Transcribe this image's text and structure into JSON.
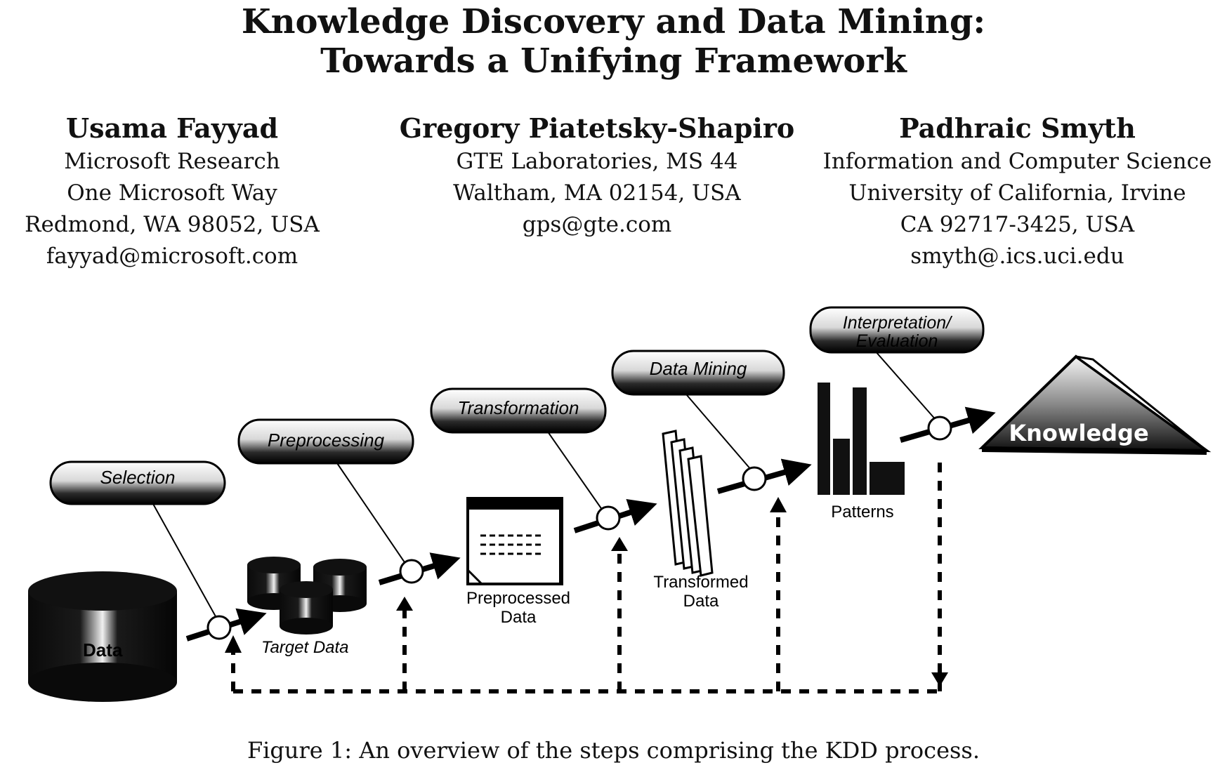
{
  "paper": {
    "title_line1": "Knowledge Discovery and Data Mining:",
    "title_line2": "Towards a Unifying Framework",
    "authors": [
      {
        "name": "Usama Fayyad",
        "affiliation": [
          "Microsoft Research",
          "One Microsoft Way",
          "Redmond, WA 98052, USA",
          "fayyad@microsoft.com"
        ]
      },
      {
        "name": "Gregory Piatetsky-Shapiro",
        "affiliation": [
          "GTE Laboratories, MS 44",
          "Waltham, MA 02154, USA",
          "gps@gte.com"
        ]
      },
      {
        "name": "Padhraic Smyth",
        "affiliation": [
          "Information and Computer Science",
          "University of California, Irvine",
          "CA 92717-3425, USA",
          "smyth@.ics.uci.edu"
        ]
      }
    ]
  },
  "figure": {
    "steps": {
      "selection": "Selection",
      "preprocessing": "Preprocessing",
      "transformation": "Transformation",
      "data_mining": "Data Mining",
      "interpretation_line1": "Interpretation/",
      "interpretation_line2": "Evaluation"
    },
    "nodes": {
      "data": "Data",
      "target_data": "Target Data",
      "preprocessed_line1": "Preprocessed",
      "preprocessed_line2": "Data",
      "transformed_line1": "Transformed",
      "transformed_line2": "Data",
      "patterns": "Patterns",
      "knowledge": "Knowledge"
    },
    "caption": "Figure 1: An overview of the steps comprising the KDD process."
  }
}
